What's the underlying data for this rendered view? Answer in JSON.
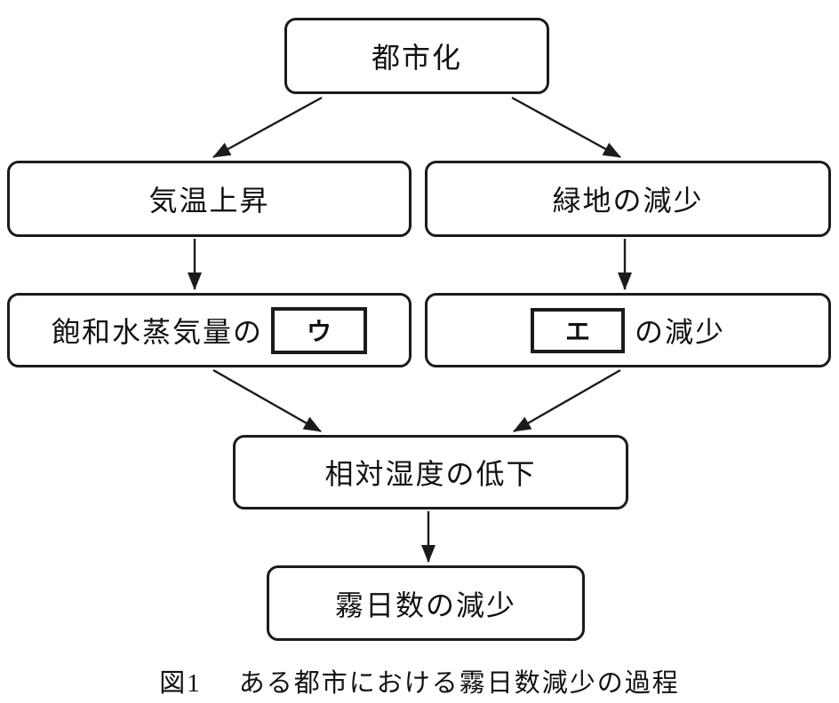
{
  "colors": {
    "line": "#1b1b1b",
    "background": "#ffffff",
    "text": "#111111"
  },
  "figure": {
    "nodes": {
      "urbanization": {
        "label": "都市化"
      },
      "temperature_rise": {
        "label": "気温上昇"
      },
      "green_space_decrease": {
        "label": "緑地の減少"
      },
      "saturated_water_vapor": {
        "prefix": "飽和水蒸気量の",
        "blank_label": "ウ"
      },
      "blank_decrease": {
        "blank_label": "エ",
        "suffix": "の減少"
      },
      "relative_humidity_drop": {
        "label": "相対湿度の低下"
      },
      "fog_days_decrease": {
        "label": "霧日数の減少"
      }
    },
    "caption": {
      "label": "図1",
      "text": "ある都市における霧日数減少の過程"
    }
  }
}
